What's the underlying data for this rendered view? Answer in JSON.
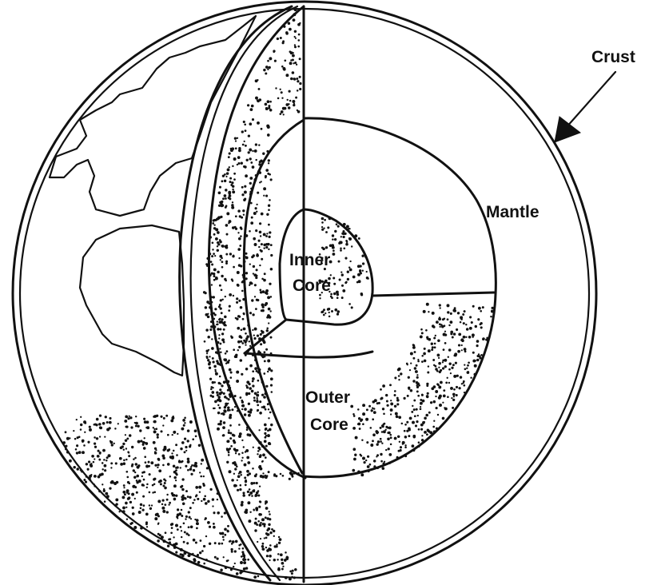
{
  "labels": {
    "crust": "Crust",
    "mantle": "Mantle",
    "inner_core_line1": "Inner",
    "inner_core_line2": "Core",
    "outer_core_line1": "Outer",
    "outer_core_line2": "Core"
  },
  "colors": {
    "ink": "#111111",
    "paper": "#ffffff"
  }
}
